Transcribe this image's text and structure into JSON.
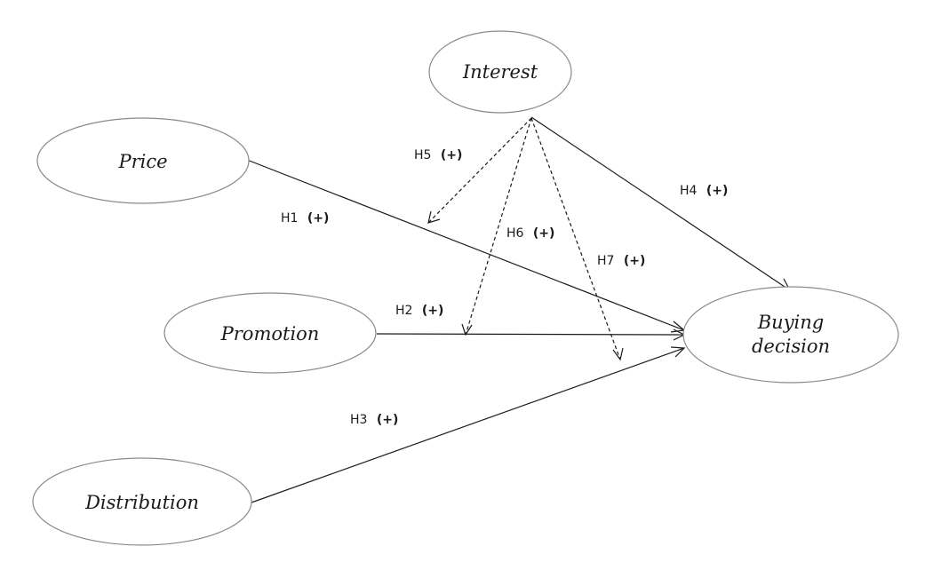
{
  "nodes": {
    "price": {
      "label": "Price"
    },
    "promotion": {
      "label": "Promotion"
    },
    "distribution": {
      "label": "Distribution"
    },
    "interest": {
      "label": "Interest"
    },
    "buying": {
      "label_line1": "Buying",
      "label_line2": "decision"
    }
  },
  "hypotheses": {
    "h1": {
      "code": "H1",
      "sign": "(+)"
    },
    "h2": {
      "code": "H2",
      "sign": "(+)"
    },
    "h3": {
      "code": "H3",
      "sign": "(+)"
    },
    "h4": {
      "code": "H4",
      "sign": "(+)"
    },
    "h5": {
      "code": "H5",
      "sign": "(+)"
    },
    "h6": {
      "code": "H6",
      "sign": "(+)"
    },
    "h7": {
      "code": "H7",
      "sign": "(+)"
    }
  }
}
